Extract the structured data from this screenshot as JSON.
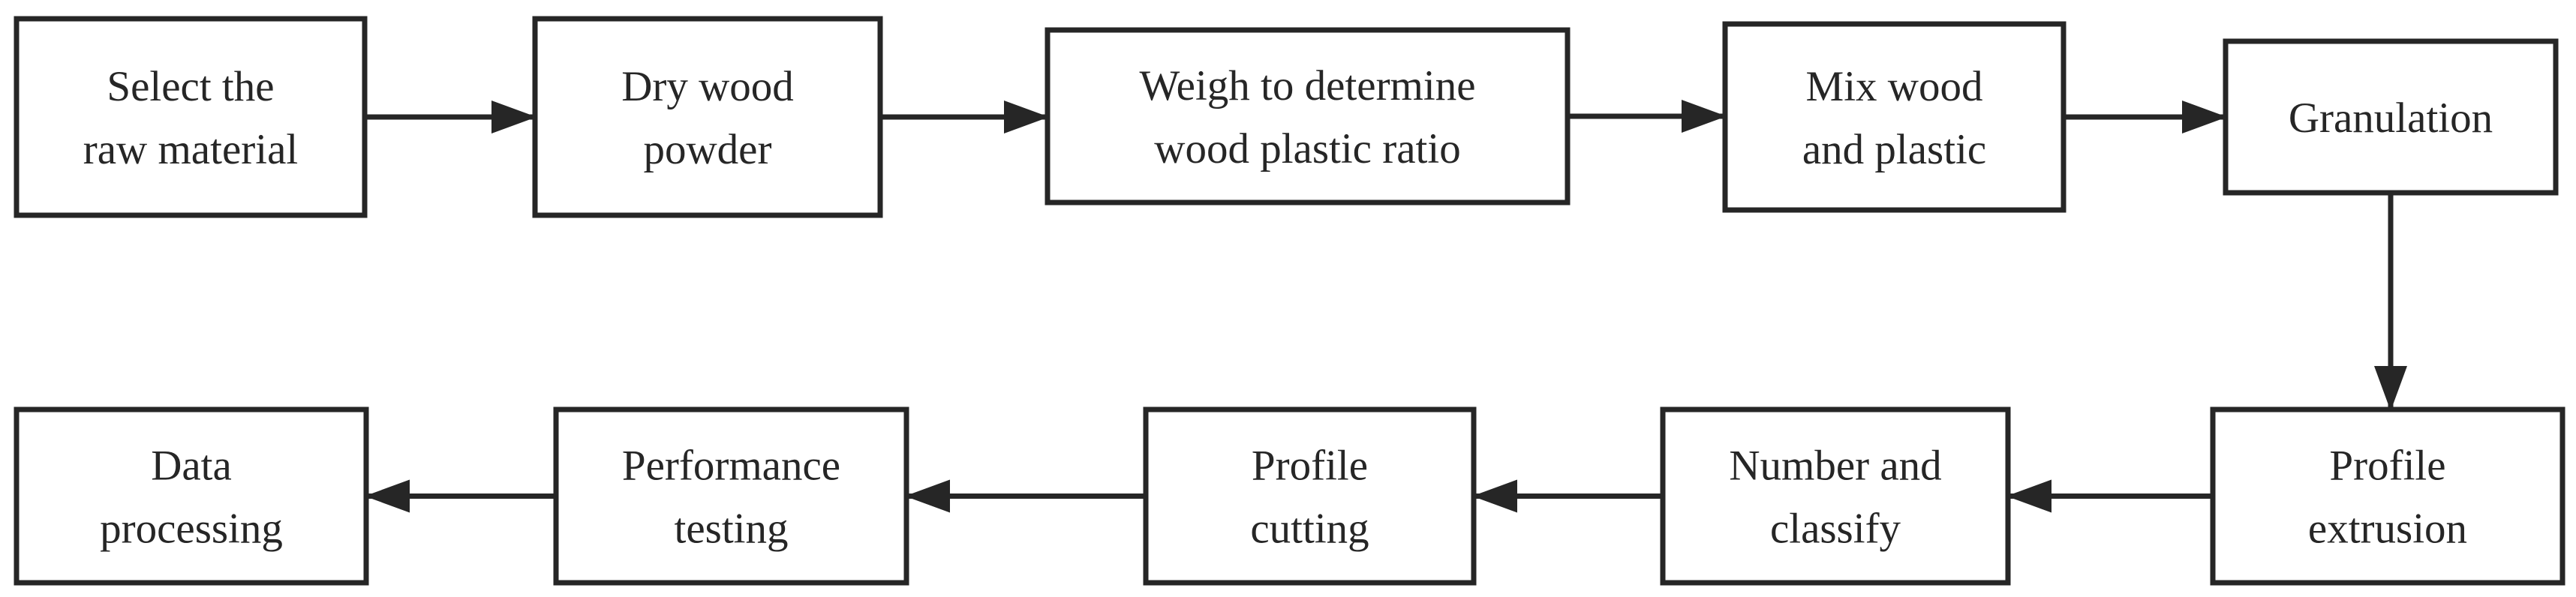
{
  "diagram": {
    "stroke_color": "#262626",
    "background": "#ffffff",
    "nodes": [
      {
        "id": "select",
        "lines": [
          "Select the",
          "raw material"
        ]
      },
      {
        "id": "dry",
        "lines": [
          "Dry wood",
          "powder"
        ]
      },
      {
        "id": "weigh",
        "lines": [
          "Weigh to determine",
          "wood plastic ratio"
        ]
      },
      {
        "id": "mix",
        "lines": [
          "Mix wood",
          "and plastic"
        ]
      },
      {
        "id": "granulation",
        "lines": [
          "Granulation"
        ]
      },
      {
        "id": "extrusion",
        "lines": [
          "Profile",
          "extrusion"
        ]
      },
      {
        "id": "classify",
        "lines": [
          "Number and",
          "classify"
        ]
      },
      {
        "id": "cutting",
        "lines": [
          "Profile",
          "cutting"
        ]
      },
      {
        "id": "testing",
        "lines": [
          "Performance",
          "testing"
        ]
      },
      {
        "id": "data",
        "lines": [
          "Data",
          "processing"
        ]
      }
    ],
    "edges": [
      {
        "from": "select",
        "to": "dry"
      },
      {
        "from": "dry",
        "to": "weigh"
      },
      {
        "from": "weigh",
        "to": "mix"
      },
      {
        "from": "mix",
        "to": "granulation"
      },
      {
        "from": "granulation",
        "to": "extrusion"
      },
      {
        "from": "extrusion",
        "to": "classify"
      },
      {
        "from": "classify",
        "to": "cutting"
      },
      {
        "from": "cutting",
        "to": "testing"
      },
      {
        "from": "testing",
        "to": "data"
      }
    ]
  }
}
